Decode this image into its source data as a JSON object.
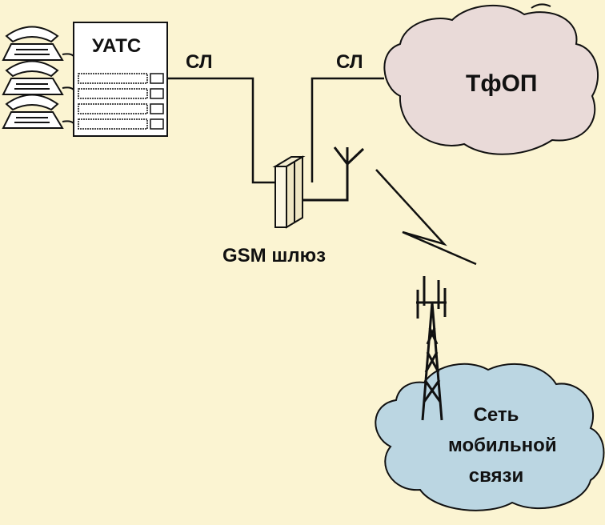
{
  "labels": {
    "pbx": "УАТС",
    "trunk_left": "СЛ",
    "trunk_right": "СЛ",
    "pstn": "ТфОП",
    "gateway": "GSM шлюз",
    "mobile_network": "Сеть мобильной связи"
  },
  "colors": {
    "background": "#FBF4D2",
    "pstn_cloud": "#E9DAD8",
    "mobile_cloud": "#BBD6E2",
    "line": "#111111"
  },
  "icons": {
    "phone": "telephone-icon",
    "antenna": "antenna-icon",
    "tower": "cell-tower-icon",
    "radio_link": "lightning-link-icon"
  }
}
